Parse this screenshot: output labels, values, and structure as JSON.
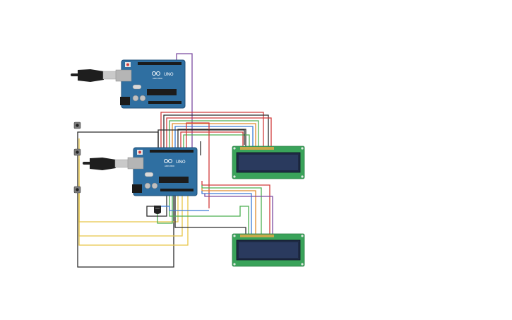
{
  "circuit": {
    "colors": {
      "background": "#ffffff",
      "board": "#2f6fa1",
      "board_edge": "#1f4f78",
      "lcd_pcb": "#3aa35a",
      "lcd_screen": "#1e2a44",
      "wire_red": "#d13b3b",
      "wire_black": "#2b2b2b",
      "wire_green": "#4caf50",
      "wire_yellow": "#e8c547",
      "wire_purple": "#7b4aa0",
      "wire_blue": "#3a7bd5",
      "wire_orange": "#e08a2c"
    },
    "arduino_top": {
      "logo_text": "UNO",
      "brand_text": "ARDUINO",
      "icon": "usb-cable-icon"
    },
    "arduino_bottom": {
      "logo_text": "UNO",
      "brand_text": "ARDUINO",
      "icon": "usb-cable-icon"
    },
    "lcd_top": {
      "type": "16x2 LCD"
    },
    "lcd_bottom": {
      "type": "16x2 LCD"
    },
    "buttons": {
      "count": 3,
      "icon": "pushbutton-icon"
    },
    "sensor": {
      "icon": "temperature-sensor-icon"
    }
  }
}
